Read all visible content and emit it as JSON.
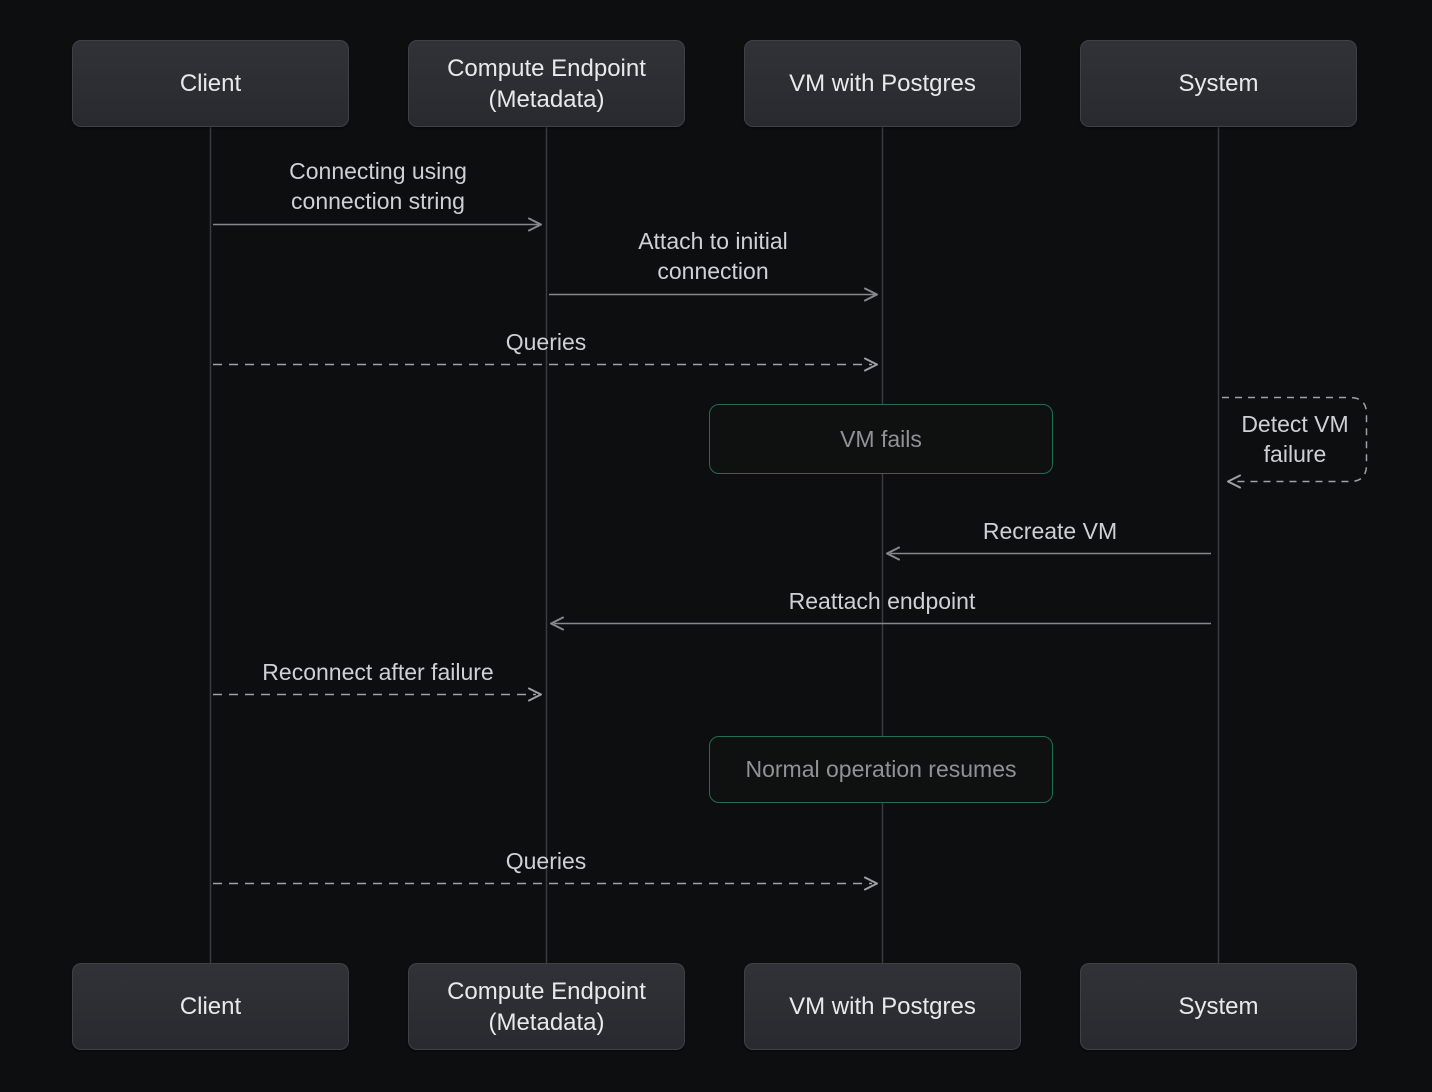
{
  "diagram": {
    "type": "sequence",
    "theme": "dark"
  },
  "colors": {
    "background": "#0d0e10",
    "actor_background_top": "#303237",
    "actor_background_bottom": "#282a2f",
    "actor_border": "#3e4147",
    "actor_text": "#e8e9eb",
    "lifeline": "#383b3f",
    "arrow_solid": "#85888c",
    "arrow_dashed": "#9da0a4",
    "message_text": "#ced0d4",
    "note_border": "#226d50",
    "note_background": "#0f1110",
    "note_text": "#8f9297"
  },
  "actors": [
    {
      "label": "Client"
    },
    {
      "label": "Compute Endpoint (Metadata)"
    },
    {
      "label": "VM with Postgres"
    },
    {
      "label": "System"
    }
  ],
  "messages": [
    {
      "label": "Connecting using connection string",
      "from": "Client",
      "to": "Compute Endpoint (Metadata)",
      "style": "solid",
      "direction": "right"
    },
    {
      "label": "Attach to initial connection",
      "from": "Compute Endpoint (Metadata)",
      "to": "VM with Postgres",
      "style": "solid",
      "direction": "right"
    },
    {
      "label": "Queries",
      "from": "Client",
      "to": "VM with Postgres",
      "style": "dashed",
      "direction": "right"
    },
    {
      "label": "Detect VM failure",
      "from": "System",
      "to": "System",
      "style": "dashed-self",
      "direction": "self"
    },
    {
      "label": "Recreate VM",
      "from": "System",
      "to": "VM with Postgres",
      "style": "solid",
      "direction": "left"
    },
    {
      "label": "Reattach endpoint",
      "from": "System",
      "to": "Compute Endpoint (Metadata)",
      "style": "solid",
      "direction": "left"
    },
    {
      "label": "Reconnect after failure",
      "from": "Client",
      "to": "Compute Endpoint (Metadata)",
      "style": "dashed",
      "direction": "right"
    },
    {
      "label": "Queries",
      "from": "Client",
      "to": "VM with Postgres",
      "style": "dashed",
      "direction": "right"
    }
  ],
  "notes": [
    {
      "label": "VM fails",
      "over": "VM with Postgres"
    },
    {
      "label": "Normal operation resumes",
      "over": "VM with Postgres"
    }
  ]
}
